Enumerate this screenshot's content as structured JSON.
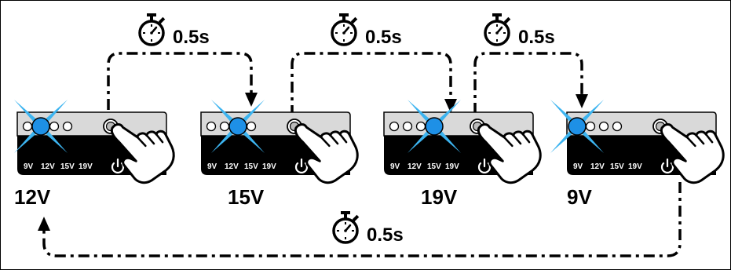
{
  "timer_label": "0.5s",
  "panel_labels": [
    "9V",
    "12V",
    "15V",
    "19V"
  ],
  "states": [
    {
      "voltage": "12V",
      "lit_led": 1
    },
    {
      "voltage": "15V",
      "lit_led": 2
    },
    {
      "voltage": "19V",
      "lit_led": 3
    },
    {
      "voltage": "9V",
      "lit_led": 0
    }
  ],
  "colors": {
    "led_on": "#1e90e6",
    "burst": "#3cb4f0",
    "panel_top": "#d9d9d9",
    "panel_bottom": "#000000"
  },
  "icons": [
    "stopwatch-icon",
    "hand-pointer-icon",
    "power-icon"
  ]
}
